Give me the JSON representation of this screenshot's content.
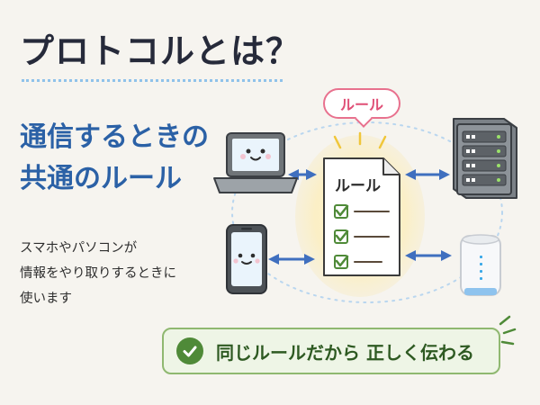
{
  "title": "プロトコルとは？",
  "headline": {
    "line1": "通信するときの",
    "line2": "共通のルール"
  },
  "description": {
    "line1": "スマホやパソコンが",
    "line2": "情報をやり取りするときに",
    "line3": "使います"
  },
  "rule_bubble": "ルール",
  "document": {
    "title": "ルール",
    "checklist_items": 3
  },
  "banner": {
    "text": "同じルールだから 正しく伝わる"
  },
  "devices": [
    "laptop-icon",
    "smartphone-icon",
    "server-icon",
    "wifi-router-icon"
  ],
  "colors": {
    "title": "#262a3a",
    "headline": "#2b61a6",
    "bubble_border": "#e8718e",
    "arrow": "#3f6fbf",
    "banner_border": "#8fb870",
    "banner_check": "#4f8a38"
  }
}
